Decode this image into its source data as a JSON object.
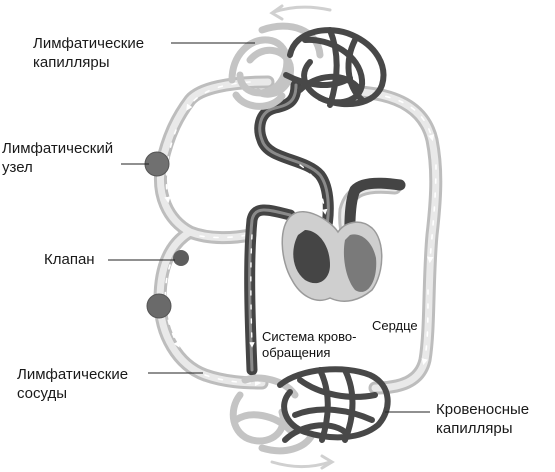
{
  "labels": {
    "lymph_capillaries": "Лимфатические\nкапилляры",
    "lymph_node": "Лимфатический\nузел",
    "valve": "Клапан",
    "lymph_vessels": "Лимфатические\nсосуды",
    "circulatory_system": "Система крово-\nобращения",
    "heart": "Сердце",
    "blood_capillaries": "Кровеносные\nкапилляры"
  },
  "colors": {
    "lymph": "#c8c8c8",
    "blood": "#4a4a4a",
    "node": "#6e6e6e",
    "leader": "#222222"
  }
}
